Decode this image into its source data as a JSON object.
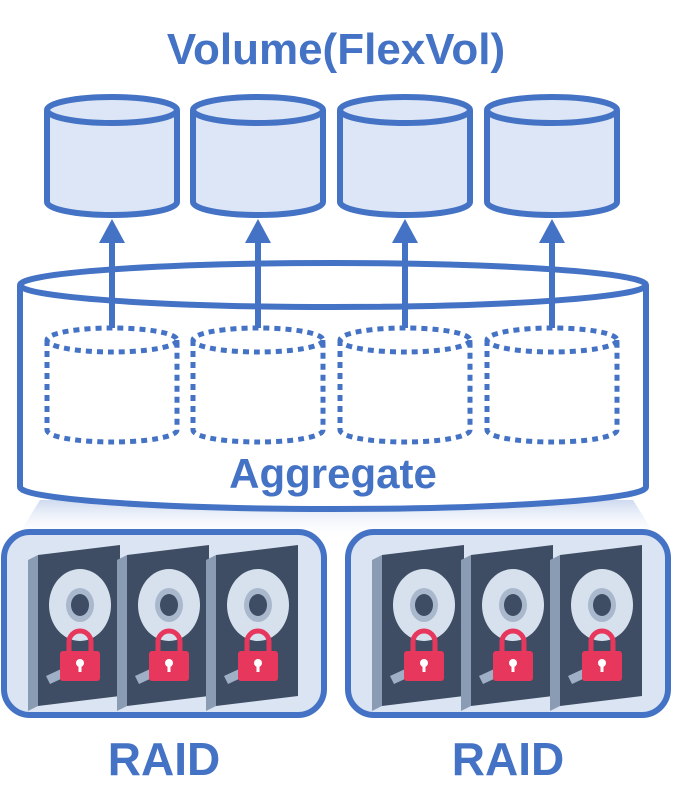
{
  "title": "Volume(FlexVol)",
  "aggregate_label": "Aggregate",
  "raid_groups": [
    {
      "label": "RAID",
      "disk_count": 3
    },
    {
      "label": "RAID",
      "disk_count": 3
    }
  ],
  "volume_count": 4,
  "colors": {
    "primary": "#4472c4",
    "volume_fill": "#dce6f6",
    "raid_fill": "#dbe4f3",
    "disk_dark": "#3e4d63",
    "disk_side": "#8a9bb4",
    "platter": "#d7e1ee",
    "lock": "#e8375c"
  }
}
